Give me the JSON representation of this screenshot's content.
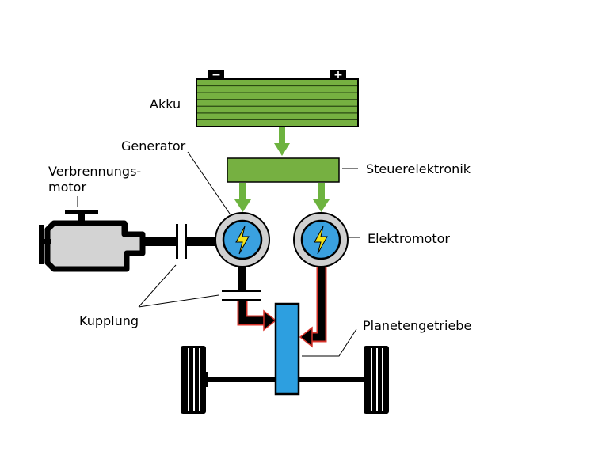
{
  "labels": {
    "akku": "Akku",
    "generator": "Generator",
    "engine_line1": "Verbrennungs-",
    "engine_line2": "motor",
    "steuerelektronik": "Steuerelektronik",
    "elektromotor": "Elektromotor",
    "kupplung": "Kupplung",
    "planetengetriebe": "Planetengetriebe"
  },
  "battery": {
    "minus": "−",
    "plus": "+"
  },
  "colors": {
    "green": "#76b041",
    "green_dark": "#2b4a12",
    "arrow_green": "#6db33f",
    "engine_gray": "#d3d3d3",
    "motor_gray": "#d0d0d0",
    "motor_blue": "#3aa1e0",
    "bolt_yellow": "#f2e418",
    "gearbox_blue": "#2d9fe0",
    "shaft": "#000000",
    "arrow_red_outline": "#d9342b"
  }
}
